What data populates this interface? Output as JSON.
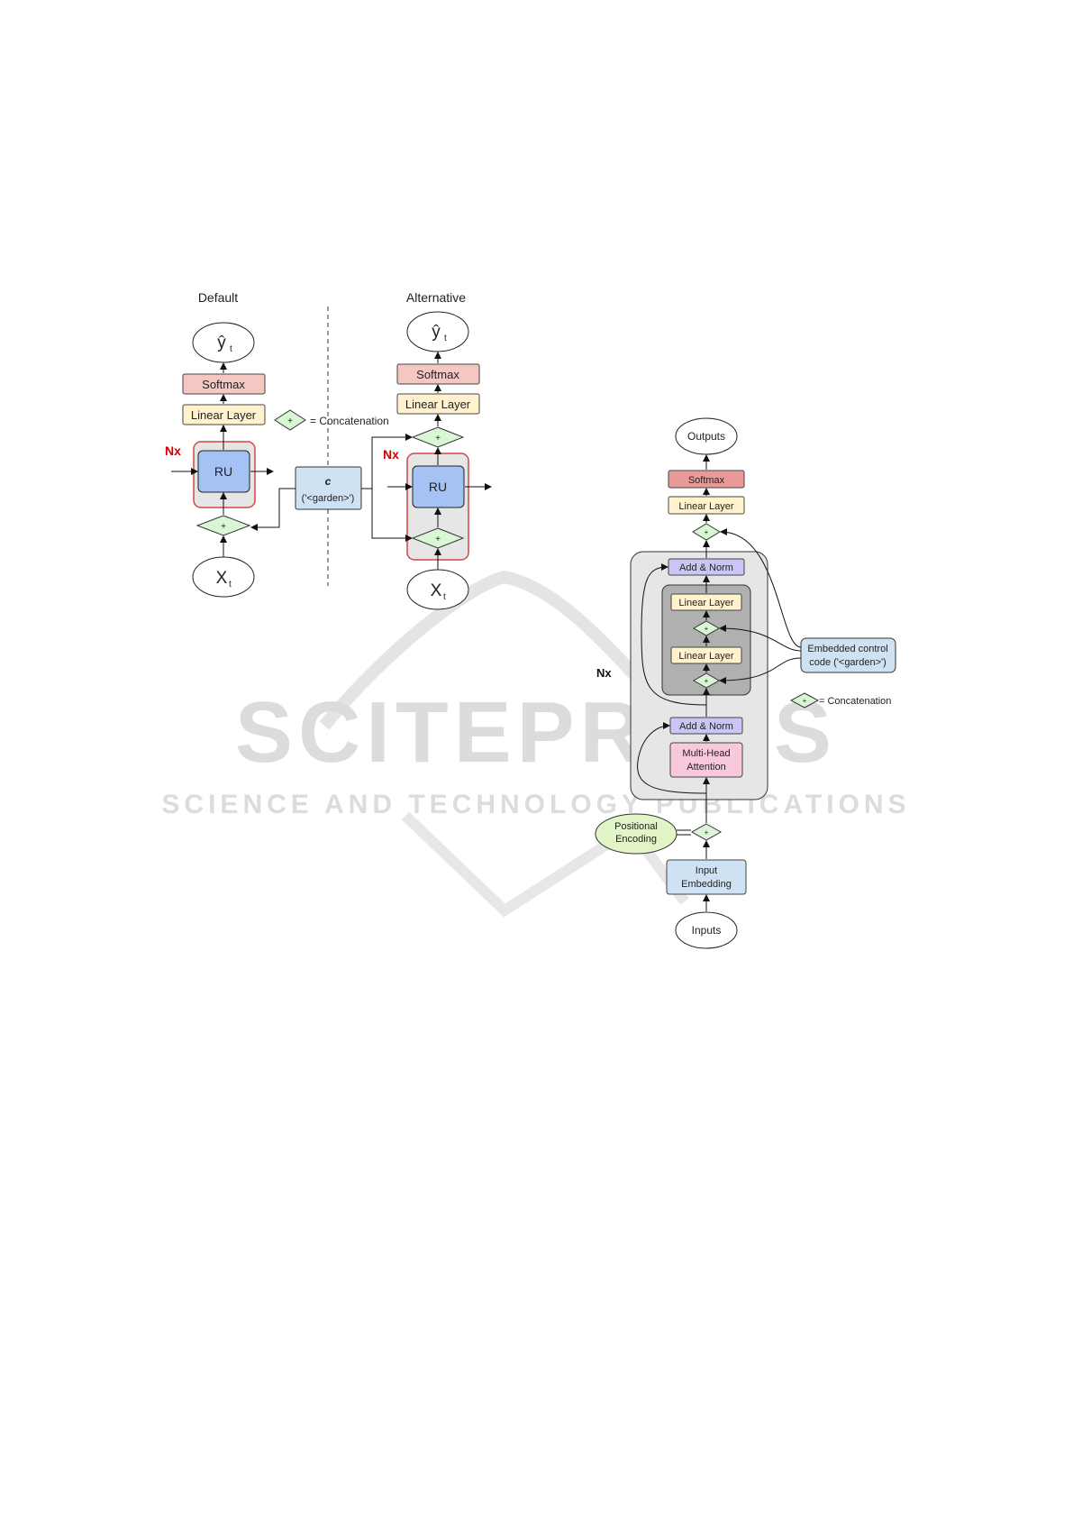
{
  "watermark": {
    "brand": "SCITEPRESS",
    "tagline": "SCIENCE AND TECHNOLOGY PUBLICATIONS"
  },
  "left_figure": {
    "default_title": "Default",
    "alternative_title": "Alternative",
    "output_symbol": "ŷ",
    "output_subscript": "t",
    "input_symbol": "X",
    "input_subscript": "t",
    "softmax": "Softmax",
    "linear_layer": "Linear Layer",
    "ru": "RU",
    "nx": "Nx",
    "plus": "+",
    "legend": "= Concatenation",
    "control_code_symbol": "c",
    "control_code_value": "('<garden>')"
  },
  "right_figure": {
    "outputs": "Outputs",
    "softmax": "Softmax",
    "linear_layer": "Linear Layer",
    "add_norm": "Add & Norm",
    "multi_head_line1": "Multi-Head",
    "multi_head_line2": "Attention",
    "positional_line1": "Positional",
    "positional_line2": "Encoding",
    "input_embedding_line1": "Input",
    "input_embedding_line2": "Embedding",
    "inputs": "Inputs",
    "nx": "Nx",
    "plus": "+",
    "embedded_line1": "Embedded control",
    "embedded_line2": "code ('<garden>')",
    "legend": "= Concatenation"
  },
  "colors": {
    "softmax": "#f4c7c3",
    "linear": "#fff2cc",
    "ru": "#a4c2f4",
    "concat": "#d9f7d4",
    "control": "#cfe2f3",
    "nx_label": "#cc0000",
    "add_norm": "#c9c6f5",
    "attention": "#f8c8dc",
    "positional": "#e2f5c6",
    "right_softmax": "#ea9999"
  }
}
